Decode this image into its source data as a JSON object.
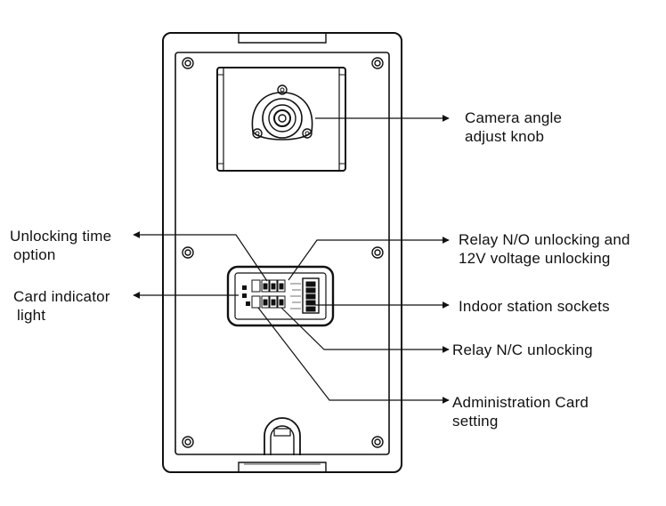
{
  "labels": {
    "camera_line1": "Camera angle",
    "camera_line2": "adjust knob",
    "unlock_time_line1": "Unlocking time",
    "unlock_time_line2": "option",
    "card_ind_line1": "Card indicator",
    "card_ind_line2": "light",
    "relay_no_line1": "Relay N/O unlocking and",
    "relay_no_line2": "12V voltage unlocking",
    "indoor": "Indoor station sockets",
    "relay_nc": "Relay N/C unlocking",
    "admin_line1": "Administration Card",
    "admin_line2": "setting"
  }
}
